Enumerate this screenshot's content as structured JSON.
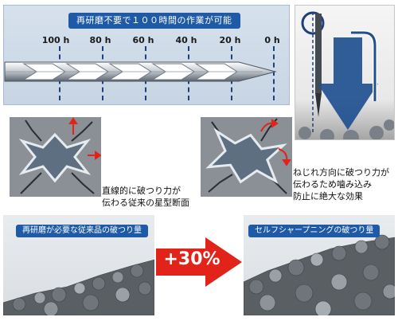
{
  "banner": {
    "title": "再研磨不要で１００時間の作業が可能",
    "hours": [
      "100 h",
      "80 h",
      "60 h",
      "40 h",
      "20 h",
      "0 h"
    ]
  },
  "sections": {
    "conventional_caption_line1": "直線的に破つり力が",
    "conventional_caption_line2": "伝わる従来の星型断面",
    "self_sharpening_caption_line1": "ねじれ方向に破つり力が",
    "self_sharpening_caption_line2": "伝わるため噛み込み",
    "self_sharpening_caption_line3": "防止に絶大な効果"
  },
  "comparison": {
    "conventional_label": "再研磨が必要な従来品の破つり量",
    "self_sharpening_label": "セルフシャープニングの破つり量",
    "increase_text": "+30%"
  },
  "colors": {
    "accent_blue": "#1f5aa6",
    "arrow_red": "#e2231a",
    "drill_navy": "#1f3f7a"
  }
}
